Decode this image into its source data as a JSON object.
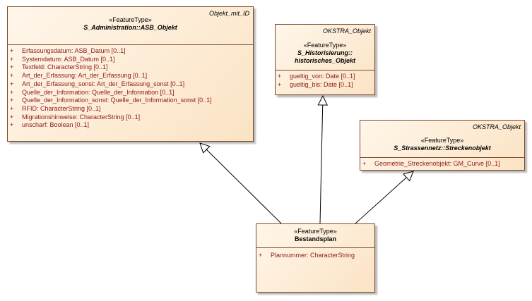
{
  "asb_objekt": {
    "tag": "Objekt_mit_ID",
    "stereotype": "«FeatureType»",
    "name": "S_Administration::ASB_Objekt",
    "attributes": [
      "Erfassungsdatum: ASB_Datum [0..1]",
      "Systemdatum: ASB_Datum [0..1]",
      "Textfeld: CharacterString [0..1]",
      "Art_der_Erfassung: Art_der_Erfassung [0..1]",
      "Art_der_Erfassung_sonst: Art_der_Erfassung_sonst [0..1]",
      "Quelle_der_Information: Quelle_der_Information [0..1]",
      "Quelle_der_Information_sonst: Quelle_der_Information_sonst [0..1]",
      "RFID: CharacterString [0..1]",
      "Migrationshinweise: CharacterString [0..1]",
      "unscharf: Boolean [0..1]"
    ]
  },
  "historisches_objekt": {
    "tag": "OKSTRA_Objekt",
    "stereotype": "«FeatureType»",
    "name_line1": "S_Historisierung::",
    "name_line2": "historisches_Objekt",
    "attributes": [
      "gueltig_von: Date [0..1]",
      "gueltig_bis: Date [0..1]"
    ]
  },
  "streckenobjekt": {
    "tag": "OKSTRA_Objekt",
    "stereotype": "«FeatureType»",
    "name": "S_Strassennetz::Streckenobjekt",
    "attributes": [
      "Geometrie_Streckenobjekt: GM_Curve [0..1]"
    ]
  },
  "bestandsplan": {
    "stereotype": "«FeatureType»",
    "name": "Bestandsplan",
    "attributes": [
      "Plannummer: CharacterString"
    ]
  },
  "visibility_symbol": "+",
  "colors": {
    "border": "#7a4a2a",
    "fill_light": "#fff6ea",
    "fill_dark": "#fbe3c4",
    "attribute_text": "#8b1a1a"
  }
}
